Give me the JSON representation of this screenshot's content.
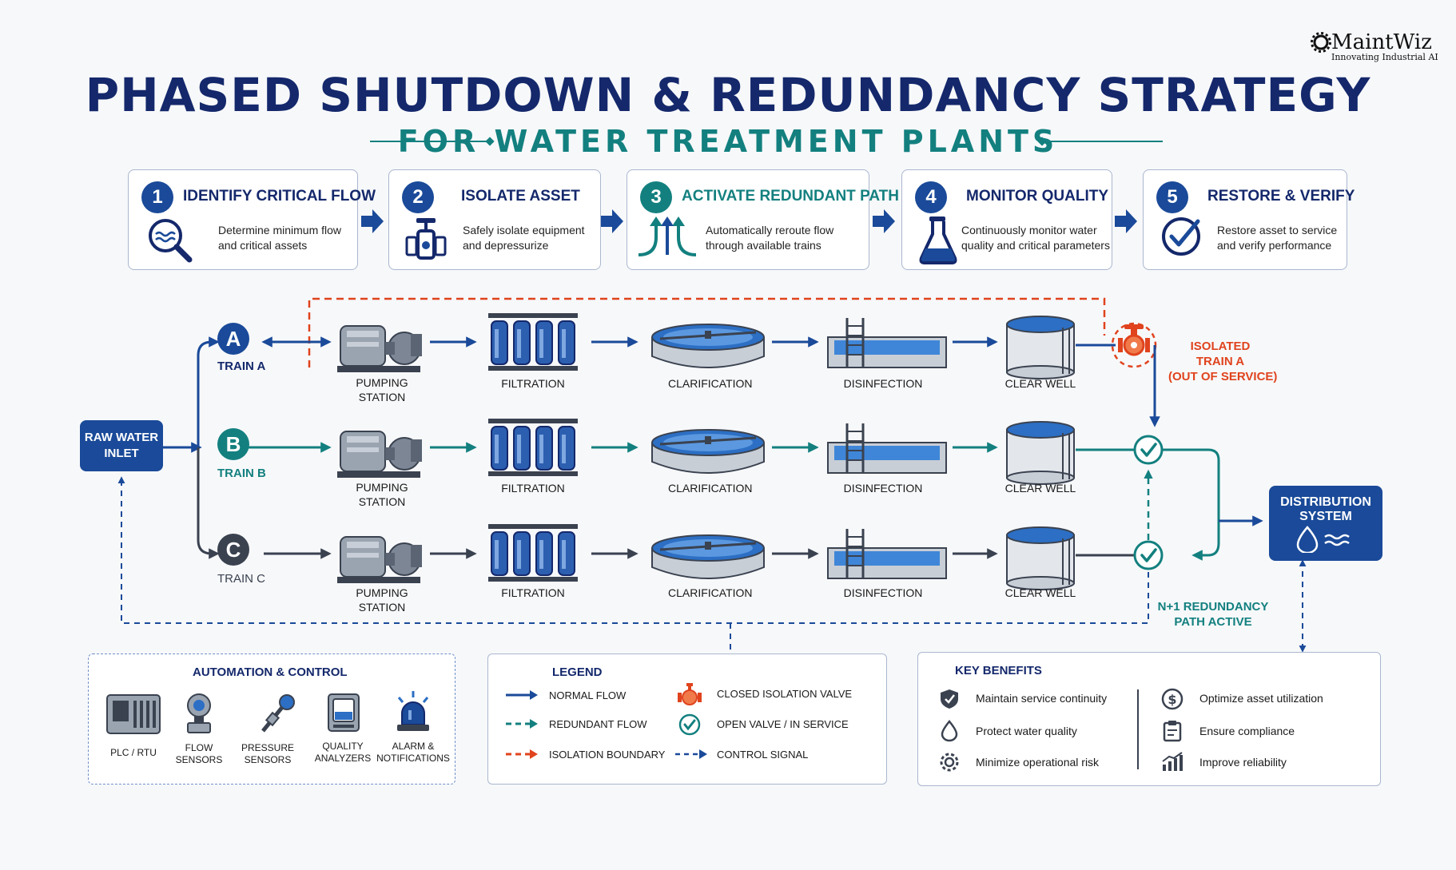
{
  "title": "PHASED SHUTDOWN & REDUNDANCY STRATEGY",
  "subtitle": "FOR WATER TREATMENT PLANTS",
  "logo": {
    "name": "MaintWiz",
    "tagline": "Innovating Industrial AI"
  },
  "colors": {
    "navy": "#14286b",
    "blue": "#1a4a99",
    "teal": "#13807f",
    "red": "#e0431d",
    "dark": "#3a4250"
  },
  "steps": [
    {
      "num": "1",
      "title": "IDENTIFY CRITICAL FLOW",
      "desc1": "Determine minimum flow",
      "desc2": "and critical assets",
      "icon": "magnifier-water-icon"
    },
    {
      "num": "2",
      "title": "ISOLATE ASSET",
      "desc1": "Safely isolate equipment",
      "desc2": "and depressurize",
      "icon": "valve-icon"
    },
    {
      "num": "3",
      "title": "ACTIVATE REDUNDANT PATH",
      "desc1": "Automatically reroute flow",
      "desc2": "through available trains",
      "icon": "split-arrows-icon"
    },
    {
      "num": "4",
      "title": "MONITOR QUALITY",
      "desc1": "Continuously monitor water",
      "desc2": "quality and critical parameters",
      "icon": "flask-icon"
    },
    {
      "num": "5",
      "title": "RESTORE & VERIFY",
      "desc1": "Restore asset to service",
      "desc2": "and verify performance",
      "icon": "check-circle-icon"
    }
  ],
  "inlet": {
    "line1": "RAW WATER",
    "line2": "INLET"
  },
  "trains": [
    {
      "letter": "A",
      "label": "TRAIN A"
    },
    {
      "letter": "B",
      "label": "TRAIN B"
    },
    {
      "letter": "C",
      "label": "TRAIN C"
    }
  ],
  "stages": {
    "pumping1": "PUMPING",
    "pumping2": "STATION",
    "filtration": "FILTRATION",
    "clarification": "CLARIFICATION",
    "disinfection": "DISINFECTION",
    "clearwell": "CLEAR WELL"
  },
  "isolated": {
    "line1": "ISOLATED",
    "line2": "TRAIN A",
    "line3": "(OUT OF SERVICE)"
  },
  "redundancy": {
    "line1": "N+1 REDUNDANCY",
    "line2": "PATH ACTIVE"
  },
  "distribution": {
    "line1": "DISTRIBUTION",
    "line2": "SYSTEM"
  },
  "automation": {
    "title": "AUTOMATION & CONTROL",
    "items": [
      {
        "l1": "PLC / RTU",
        "l2": ""
      },
      {
        "l1": "FLOW",
        "l2": "SENSORS"
      },
      {
        "l1": "PRESSURE",
        "l2": "SENSORS"
      },
      {
        "l1": "QUALITY",
        "l2": "ANALYZERS"
      },
      {
        "l1": "ALARM &",
        "l2": "NOTIFICATIONS"
      }
    ]
  },
  "legend": {
    "title": "LEGEND",
    "normal": "NORMAL FLOW",
    "redundant": "REDUNDANT FLOW",
    "isolation": "ISOLATION BOUNDARY",
    "closed_valve": "CLOSED ISOLATION VALVE",
    "open_valve": "OPEN VALVE / IN SERVICE",
    "control": "CONTROL SIGNAL"
  },
  "benefits": {
    "title": "KEY BENEFITS",
    "left": [
      "Maintain service continuity",
      "Protect water quality",
      "Minimize operational risk"
    ],
    "right": [
      "Optimize asset utilization",
      "Ensure compliance",
      "Improve reliability"
    ]
  }
}
